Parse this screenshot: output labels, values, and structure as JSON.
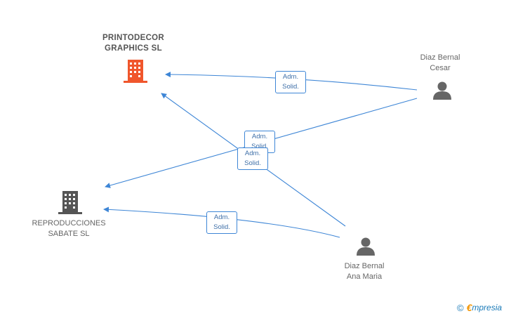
{
  "nodes": {
    "printodecor": {
      "label": "PRINTODECOR\nGRAPHICS SL",
      "icon": "building-icon",
      "color": "#f0562c"
    },
    "reproducciones": {
      "label": "REPRODUCCIONES\nSABATE SL",
      "icon": "building-icon",
      "color": "#555555"
    },
    "cesar": {
      "label": "Diaz Bernal\nCesar",
      "icon": "person-icon",
      "color": "#666666"
    },
    "ana": {
      "label": "Diaz Bernal\nAna Maria",
      "icon": "person-icon",
      "color": "#666666"
    }
  },
  "relations": [
    {
      "from": "cesar",
      "to": "printodecor",
      "label": "Adm.\nSolid."
    },
    {
      "from": "cesar",
      "to": "reproducciones",
      "label": "Adm.\nSolid."
    },
    {
      "from": "ana",
      "to": "printodecor",
      "label": "Adm.\nSolid."
    },
    {
      "from": "ana",
      "to": "reproducciones",
      "label": "Adm.\nSolid."
    }
  ],
  "colors": {
    "edge": "#3e86d6"
  },
  "watermark": {
    "copyright": "©",
    "brand_first": "€",
    "brand_rest": "mpresia"
  }
}
